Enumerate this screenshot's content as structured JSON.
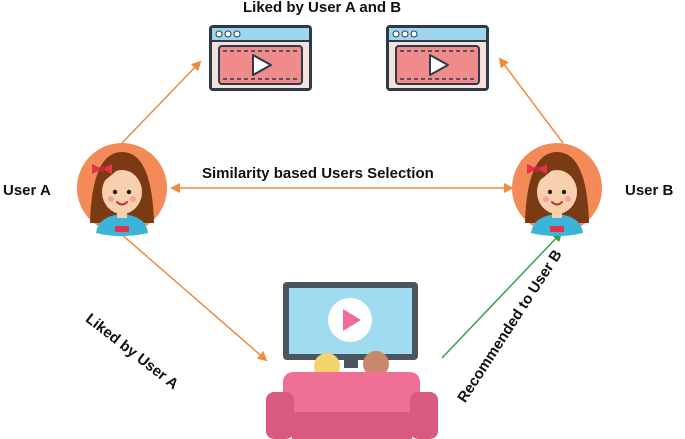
{
  "labels": {
    "top_title": "Liked by User A and B",
    "similarity": "Similarity based Users Selection",
    "user_a": "User A",
    "user_b": "User B",
    "liked_by_user_a": "Liked by User A",
    "recommended_to_user_b": "Recommended to User B"
  },
  "nodes": {
    "user_a": {
      "icon": "girl-avatar-icon"
    },
    "user_b": {
      "icon": "girl-avatar-icon"
    },
    "video_window_1": {
      "icon": "video-player-window-icon"
    },
    "video_window_2": {
      "icon": "video-player-window-icon"
    },
    "tv_couch": {
      "icon": "tv-and-couch-icon"
    }
  },
  "colors": {
    "arrow_orange": "#f08a3c",
    "arrow_green": "#3aa04a",
    "avatar_bg": "#f38a57",
    "hair": "#7a3b14",
    "skin": "#f8d0ae",
    "bow": "#e33347",
    "shirt": "#3cb3d8",
    "window_frame": "#2d3a4a",
    "window_header": "#9fd6ec",
    "window_body": "#f4e1da",
    "video_pink": "#f08b8b",
    "tv_screen": "#9fdcf0",
    "tv_frame": "#4a5560",
    "couch": "#ef6f95",
    "couch_dark": "#d95a80"
  }
}
